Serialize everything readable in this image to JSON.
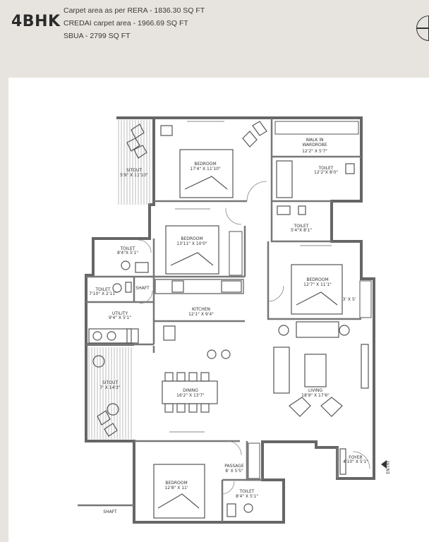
{
  "header": {
    "unit_type": "4BHK",
    "lines": [
      "Carpet area as per RERA - 1836.30 SQ FT",
      "CREDAI carpet area - 1966.69 SQ FT",
      "SBUA - 2799 SQ FT"
    ]
  },
  "icons": {
    "compass": "north-compass-icon"
  },
  "rooms": [
    {
      "id": "walkin",
      "name": "WALK IN\nWARDROBE",
      "dim": "12'2\" X 5'7\""
    },
    {
      "id": "toilet1",
      "name": "TOILET",
      "dim": "12'2\"X 8'0\""
    },
    {
      "id": "bedroom1",
      "name": "BEDROOM",
      "dim": "17'4\" X 11'10\""
    },
    {
      "id": "sitout1",
      "name": "SITOUT",
      "dim": "5'9\" X 11'10\""
    },
    {
      "id": "toilet2",
      "name": "TOILET",
      "dim": "5'4\"X 8'1\""
    },
    {
      "id": "bedroom2",
      "name": "BEDROOM",
      "dim": "13'11\" X 10'0\""
    },
    {
      "id": "toilet3",
      "name": "TOILET",
      "dim": "8'4\"X 5'1\""
    },
    {
      "id": "toilet4",
      "name": "TOILET",
      "dim": "7'10\" X 2'11\""
    },
    {
      "id": "shaft1",
      "name": "SHAFT",
      "dim": ""
    },
    {
      "id": "utility",
      "name": "UTILITY",
      "dim": "9'4\" X 5'1\""
    },
    {
      "id": "kitchen",
      "name": "KITCHEN",
      "dim": "12'1\" X 9'4\""
    },
    {
      "id": "bedroom3",
      "name": "BEDROOM",
      "dim": "12'7\" X 11'1\""
    },
    {
      "id": "wardrobe3",
      "name": "3' X 5'",
      "dim": ""
    },
    {
      "id": "sitout2",
      "name": "SITOUT",
      "dim": "7' X 14'3\""
    },
    {
      "id": "dining",
      "name": "DINING",
      "dim": "16'2\" X 13'7\""
    },
    {
      "id": "living",
      "name": "LIVING",
      "dim": "18'9\" X 17'6\""
    },
    {
      "id": "foyer",
      "name": "FOYER",
      "dim": "4'10\" X 5'1\""
    },
    {
      "id": "passage",
      "name": "PASSAGE",
      "dim": "8' X 5'5\""
    },
    {
      "id": "bedroom4",
      "name": "BEDROOM",
      "dim": "12'8\" X 11'"
    },
    {
      "id": "toilet5",
      "name": "TOILET",
      "dim": "8'4\" X 5'1\""
    },
    {
      "id": "shaft2",
      "name": "SHAFT",
      "dim": ""
    }
  ],
  "entry_label": "ENTRY"
}
